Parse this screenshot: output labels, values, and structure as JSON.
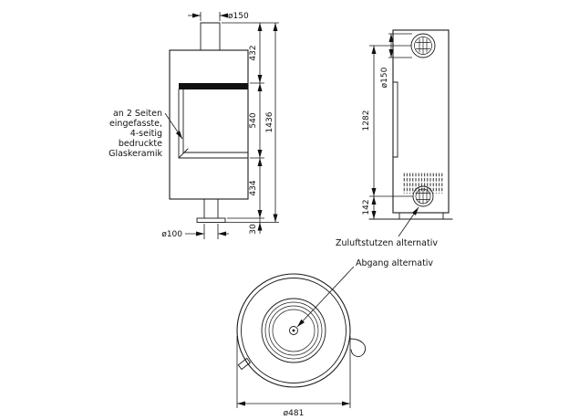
{
  "front_view": {
    "note_lines": [
      "an 2 Seiten",
      "eingefasste,",
      "4-seitig",
      "bedruckte",
      "Glaskeramik"
    ],
    "dims": {
      "pipe_diameter": "ø150",
      "upper_height": "432",
      "window_height": "540",
      "lower_height": "434",
      "plinth_height": "30",
      "total_height": "1436",
      "foot_diameter": "ø100"
    }
  },
  "side_view": {
    "dims": {
      "pipe_diameter": "ø150",
      "flue_center_height": "1282",
      "inlet_center_height": "142"
    },
    "labels": {
      "air_inlet": "Zuluftstutzen alternativ",
      "flue_outlet": "Abgang alternativ"
    }
  },
  "top_view": {
    "dims": {
      "outer_diameter": "ø481"
    }
  }
}
